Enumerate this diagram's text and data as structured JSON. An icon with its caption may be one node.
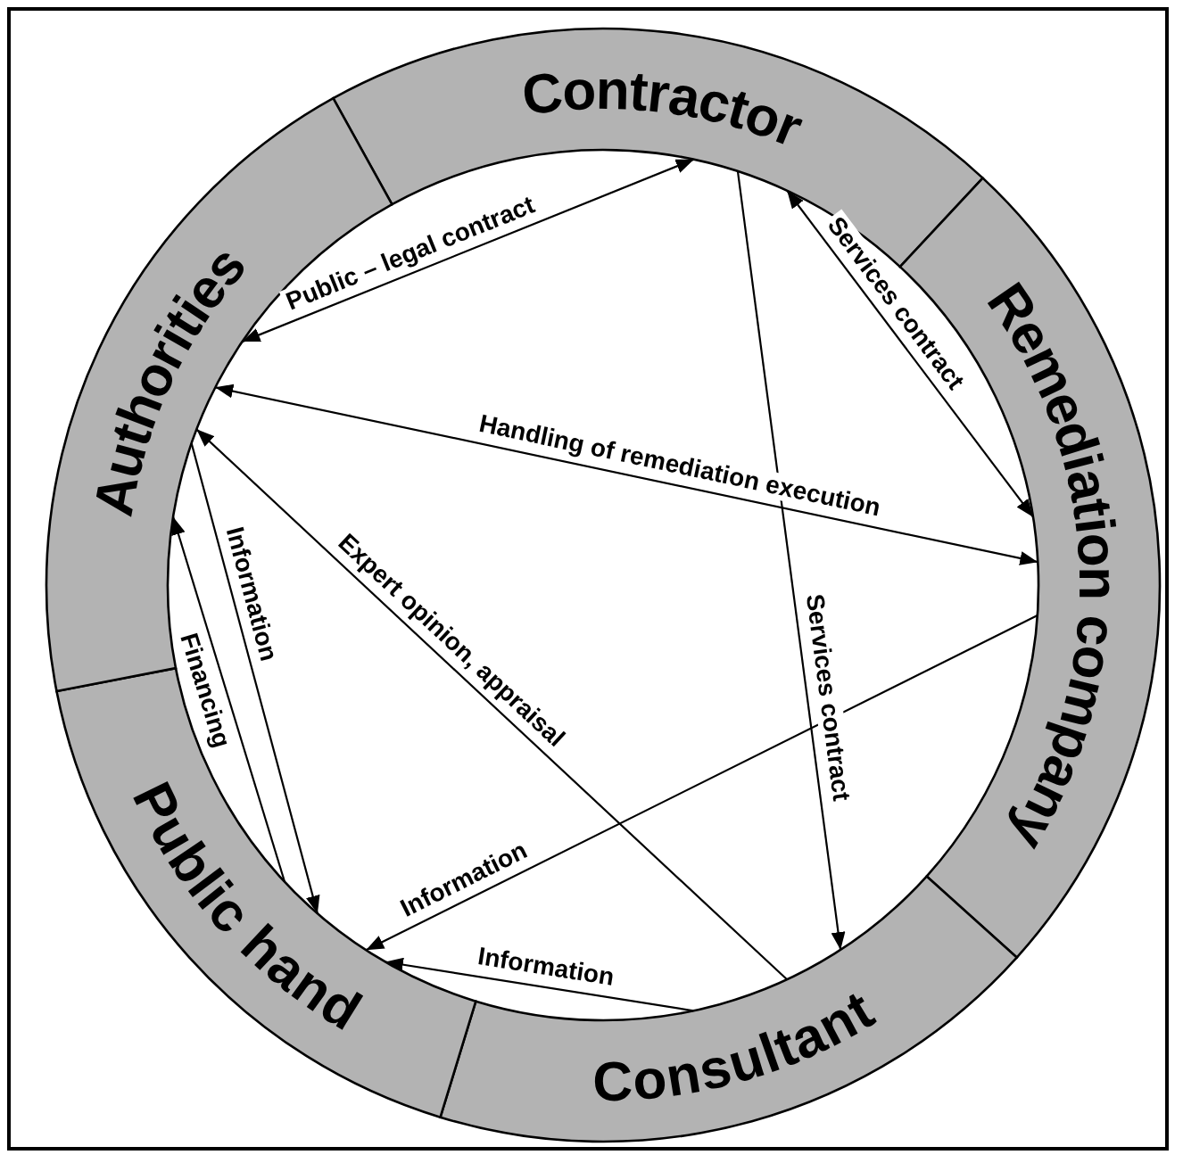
{
  "diagram": {
    "nodes": [
      {
        "text": [
          "Contractor"
        ]
      },
      {
        "text": [
          "Remediation company"
        ]
      },
      {
        "text": [
          "Consultant"
        ]
      },
      {
        "text": [
          "Public hand"
        ]
      },
      {
        "text": [
          "Authorities"
        ]
      }
    ],
    "edges": [
      {
        "from": 4,
        "to": 0,
        "arrow": "both",
        "label": "Public – legal contract"
      },
      {
        "from": 0,
        "to": 1,
        "arrow": "both",
        "label": "Services contract"
      },
      {
        "from": 4,
        "to": 1,
        "arrow": "both",
        "label": "Handling of remediation execution"
      },
      {
        "from": 0,
        "to": 2,
        "arrow": "to",
        "label": "Services contract"
      },
      {
        "from": 2,
        "to": 4,
        "arrow": "to",
        "label": "Expert opinion, appraisal"
      },
      {
        "from": 4,
        "to": 3,
        "arrow": "to",
        "label": "Information"
      },
      {
        "from": 3,
        "to": 4,
        "arrow": "to",
        "label": "Financing"
      },
      {
        "from": 1,
        "to": 3,
        "arrow": "to",
        "label": "Information"
      },
      {
        "from": 2,
        "to": 3,
        "arrow": "to",
        "label": "Information"
      }
    ]
  }
}
